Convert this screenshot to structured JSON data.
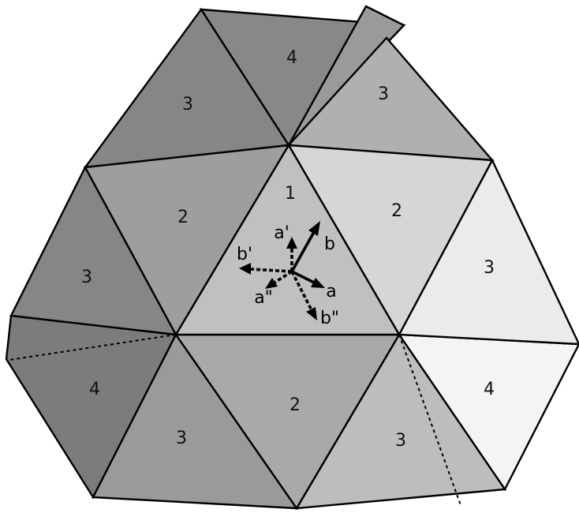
{
  "colors": {
    "level_1": "#c0c0c0",
    "level_2_left": "#9e9e9e",
    "level_2_right": "#d6d6d6",
    "level_2_bottom": "#a9a9a9",
    "level_3_left": "#868686",
    "level_3_right_top": "#b0b0b0",
    "level_3_right": "#ebebeb",
    "level_3_bottom_left": "#9a9a9a",
    "level_3_bottom_right": "#bdbdbd",
    "level_4_top": "#888888",
    "level_4_left": "#7c7c7c",
    "level_4_right": "#f4f4f4",
    "stroke": "#000000"
  },
  "triangles": [
    {
      "id": "center",
      "label": "1"
    },
    {
      "id": "upper-left",
      "label": "2"
    },
    {
      "id": "upper-right",
      "label": "2"
    },
    {
      "id": "bottom",
      "label": "2"
    },
    {
      "id": "top-left",
      "label": "3"
    },
    {
      "id": "top-right",
      "label": "3"
    },
    {
      "id": "far-left",
      "label": "3"
    },
    {
      "id": "far-right",
      "label": "3"
    },
    {
      "id": "bottom-left",
      "label": "3"
    },
    {
      "id": "bottom-right",
      "label": "3"
    },
    {
      "id": "top-flap",
      "label": "4"
    },
    {
      "id": "left-flap",
      "label": "4"
    },
    {
      "id": "right-flap",
      "label": "4"
    }
  ],
  "vectors": {
    "a": "a",
    "b": "b",
    "a_prime": "a'",
    "b_prime": "b'",
    "a_double_prime": "a\"",
    "b_double_prime": "b\""
  }
}
